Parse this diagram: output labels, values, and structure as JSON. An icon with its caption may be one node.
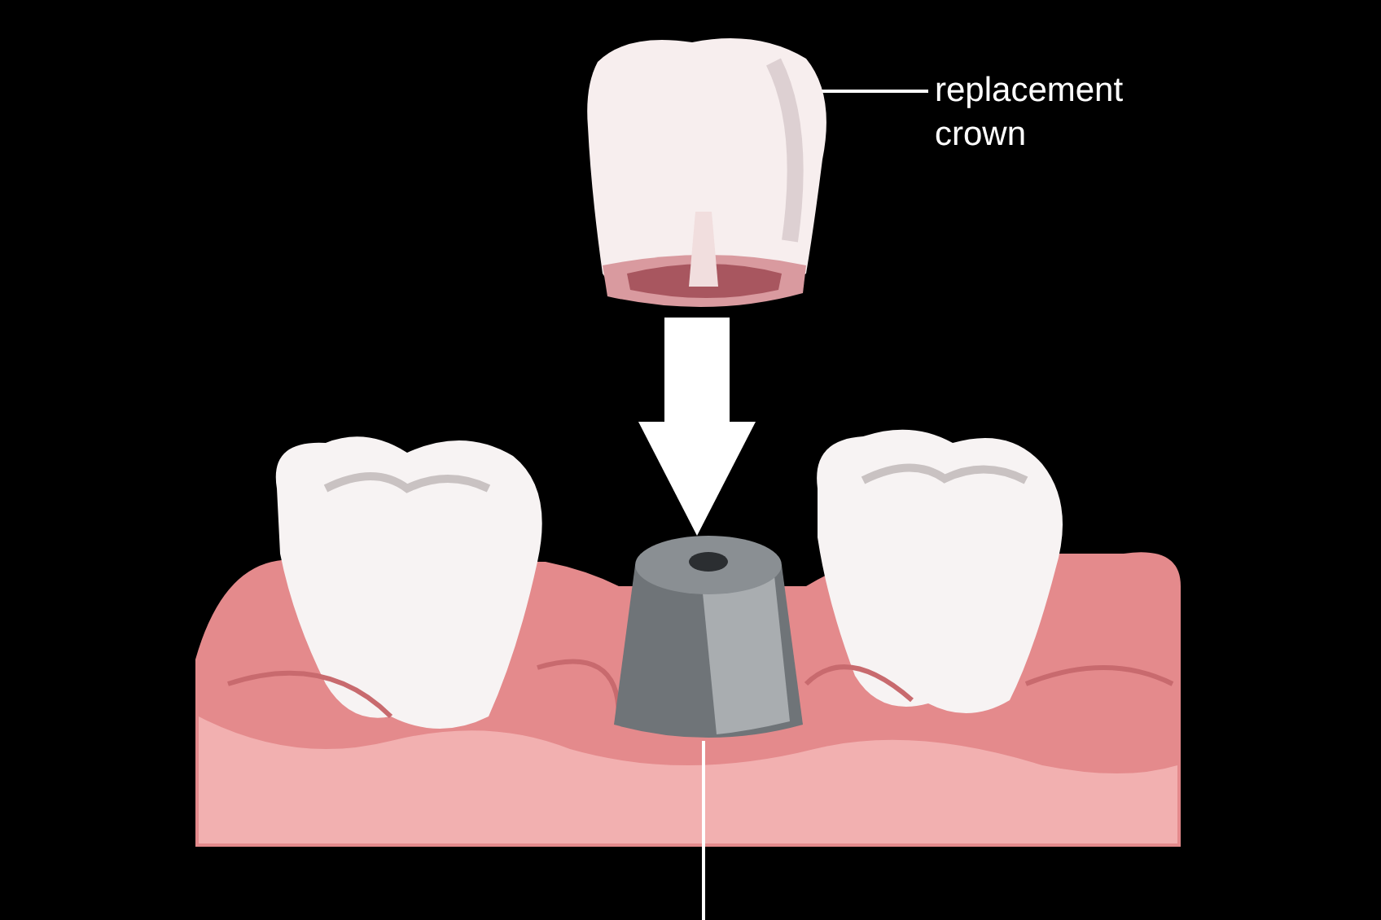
{
  "diagram": {
    "nodes": [
      {
        "text": [
          "replacement crown"
        ]
      },
      {
        "text": [],
        "shape": "picture"
      },
      {
        "text": [],
        "shape": "picture"
      }
    ],
    "edges": [
      {
        "from": 0,
        "to": 1,
        "arrow": "none"
      },
      {
        "from": 1,
        "to": 2,
        "arrow": "to",
        "style": "thick"
      },
      {
        "from": 2,
        "to": null,
        "arrow": "none"
      }
    ]
  }
}
